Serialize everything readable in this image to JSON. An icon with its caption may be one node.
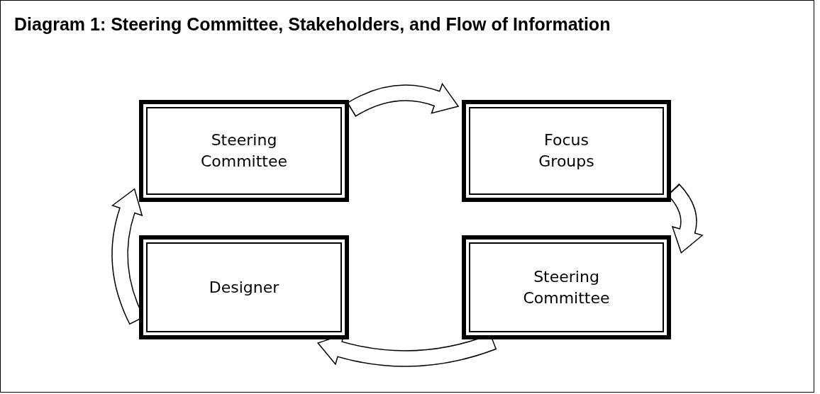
{
  "diagram": {
    "title": "Diagram 1: Steering Committee, Stakeholders, and Flow of Information",
    "nodes": [
      {
        "text": [
          "Steering Committee"
        ]
      },
      {
        "text": [
          "Focus Groups"
        ]
      },
      {
        "text": [
          "Steering Committee"
        ]
      },
      {
        "text": [
          "Designer"
        ]
      }
    ],
    "edges": [
      {
        "from": 0,
        "to": 1,
        "arrow": "to"
      },
      {
        "from": 1,
        "to": 2,
        "arrow": "to"
      },
      {
        "from": 2,
        "to": 3,
        "arrow": "to"
      },
      {
        "from": 3,
        "to": 0,
        "arrow": "to"
      }
    ]
  }
}
